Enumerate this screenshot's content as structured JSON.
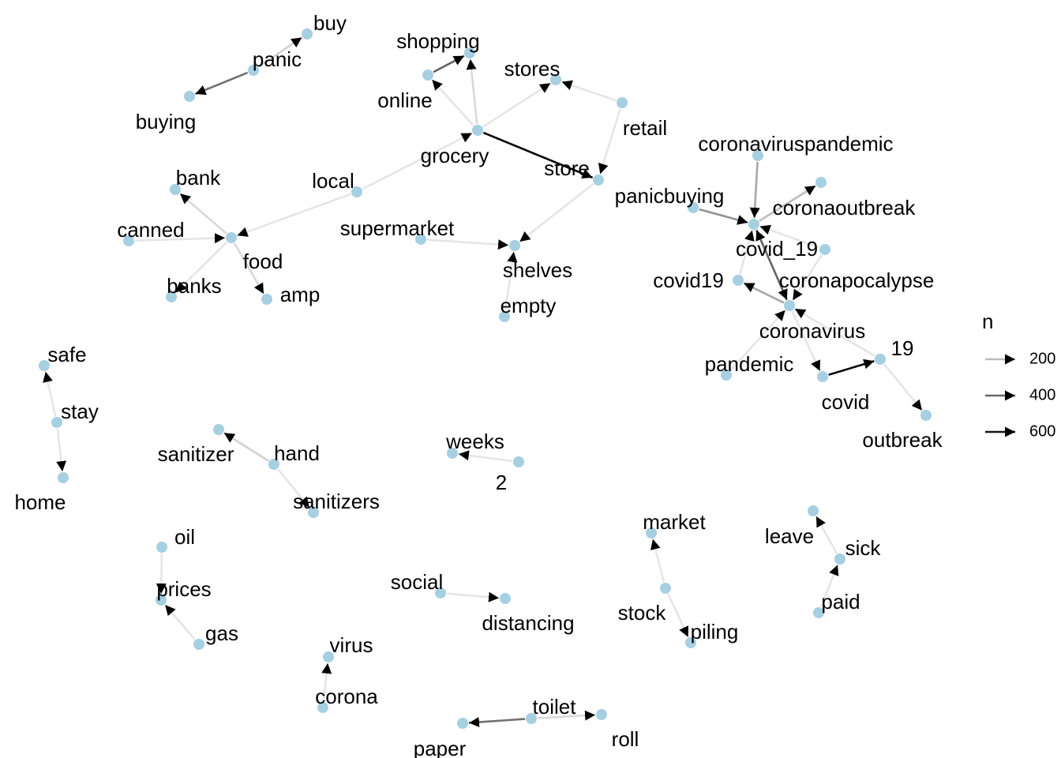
{
  "node_color": "#a6cfe2",
  "edge_color": "#000000",
  "nodes": [
    {
      "id": "buy",
      "label": "buy"
    },
    {
      "id": "panic",
      "label": "panic"
    },
    {
      "id": "buying",
      "label": "buying"
    },
    {
      "id": "shopping",
      "label": "shopping"
    },
    {
      "id": "online",
      "label": "online"
    },
    {
      "id": "stores",
      "label": "stores"
    },
    {
      "id": "retail",
      "label": "retail"
    },
    {
      "id": "grocery",
      "label": "grocery"
    },
    {
      "id": "store",
      "label": "store"
    },
    {
      "id": "local",
      "label": "local"
    },
    {
      "id": "bank",
      "label": "bank"
    },
    {
      "id": "canned",
      "label": "canned"
    },
    {
      "id": "food",
      "label": "food"
    },
    {
      "id": "banks",
      "label": "banks"
    },
    {
      "id": "amp",
      "label": "amp"
    },
    {
      "id": "supermarket",
      "label": "supermarket"
    },
    {
      "id": "shelves",
      "label": "shelves"
    },
    {
      "id": "empty",
      "label": "empty"
    },
    {
      "id": "panicbuying",
      "label": "panicbuying"
    },
    {
      "id": "coronaviruspandemic",
      "label": "coronaviruspandemic"
    },
    {
      "id": "coronaoutbreak",
      "label": "coronaoutbreak"
    },
    {
      "id": "covid_19",
      "label": "covid_19"
    },
    {
      "id": "coronapocalypse",
      "label": "coronapocalypse"
    },
    {
      "id": "covid19",
      "label": "covid19"
    },
    {
      "id": "coronavirus",
      "label": "coronavirus"
    },
    {
      "id": "pandemic",
      "label": "pandemic"
    },
    {
      "id": "covid",
      "label": "covid"
    },
    {
      "id": "19",
      "label": "19"
    },
    {
      "id": "outbreak",
      "label": "outbreak"
    },
    {
      "id": "safe",
      "label": "safe"
    },
    {
      "id": "stay",
      "label": "stay"
    },
    {
      "id": "home",
      "label": "home"
    },
    {
      "id": "sanitizer",
      "label": "sanitizer"
    },
    {
      "id": "hand",
      "label": "hand"
    },
    {
      "id": "sanitizers",
      "label": "sanitizers"
    },
    {
      "id": "weeks",
      "label": "weeks"
    },
    {
      "id": "2",
      "label": "2"
    },
    {
      "id": "market",
      "label": "market"
    },
    {
      "id": "stock",
      "label": "stock"
    },
    {
      "id": "piling",
      "label": "piling"
    },
    {
      "id": "leave",
      "label": "leave"
    },
    {
      "id": "sick",
      "label": "sick"
    },
    {
      "id": "paid",
      "label": "paid"
    },
    {
      "id": "oil",
      "label": "oil"
    },
    {
      "id": "prices",
      "label": "prices"
    },
    {
      "id": "gas",
      "label": "gas"
    },
    {
      "id": "social",
      "label": "social"
    },
    {
      "id": "distancing",
      "label": "distancing"
    },
    {
      "id": "virus",
      "label": "virus"
    },
    {
      "id": "corona",
      "label": "corona"
    },
    {
      "id": "toilet",
      "label": "toilet"
    },
    {
      "id": "paper",
      "label": "paper"
    },
    {
      "id": "roll",
      "label": "roll"
    }
  ],
  "edges": [
    {
      "from": "panic",
      "to": "buy",
      "n": 150
    },
    {
      "from": "panic",
      "to": "buying",
      "n": 380
    },
    {
      "from": "online",
      "to": "shopping",
      "n": 420
    },
    {
      "from": "grocery",
      "to": "shopping",
      "n": 130
    },
    {
      "from": "grocery",
      "to": "online",
      "n": 100
    },
    {
      "from": "grocery",
      "to": "stores",
      "n": 100
    },
    {
      "from": "grocery",
      "to": "store",
      "n": 650
    },
    {
      "from": "local",
      "to": "grocery",
      "n": 100
    },
    {
      "from": "retail",
      "to": "stores",
      "n": 100
    },
    {
      "from": "retail",
      "to": "store",
      "n": 100
    },
    {
      "from": "local",
      "to": "food",
      "n": 100
    },
    {
      "from": "food",
      "to": "bank",
      "n": 130
    },
    {
      "from": "canned",
      "to": "food",
      "n": 100
    },
    {
      "from": "food",
      "to": "banks",
      "n": 100
    },
    {
      "from": "food",
      "to": "amp",
      "n": 130
    },
    {
      "from": "supermarket",
      "to": "shelves",
      "n": 100
    },
    {
      "from": "store",
      "to": "shelves",
      "n": 100
    },
    {
      "from": "empty",
      "to": "shelves",
      "n": 100
    },
    {
      "from": "panicbuying",
      "to": "covid_19",
      "n": 300
    },
    {
      "from": "coronaviruspandemic",
      "to": "covid_19",
      "n": 250
    },
    {
      "from": "covid_19",
      "to": "coronaoutbreak",
      "n": 200
    },
    {
      "from": "coronapocalypse",
      "to": "covid_19",
      "n": 100
    },
    {
      "from": "covid_19",
      "to": "coronavirus",
      "n": 350
    },
    {
      "from": "coronavirus",
      "to": "covid_19",
      "n": 150
    },
    {
      "from": "coronavirus",
      "to": "covid19",
      "n": 250
    },
    {
      "from": "covid19",
      "to": "covid_19",
      "n": 100
    },
    {
      "from": "pandemic",
      "to": "coronavirus",
      "n": 100
    },
    {
      "from": "coronavirus",
      "to": "covid",
      "n": 100
    },
    {
      "from": "covid",
      "to": "19",
      "n": 650
    },
    {
      "from": "19",
      "to": "coronavirus",
      "n": 100
    },
    {
      "from": "19",
      "to": "outbreak",
      "n": 100
    },
    {
      "from": "coronapocalypse",
      "to": "coronavirus",
      "n": 100
    },
    {
      "from": "stay",
      "to": "safe",
      "n": 100
    },
    {
      "from": "stay",
      "to": "home",
      "n": 100
    },
    {
      "from": "hand",
      "to": "sanitizer",
      "n": 150
    },
    {
      "from": "hand",
      "to": "sanitizers",
      "n": 100
    },
    {
      "from": "2",
      "to": "weeks",
      "n": 100
    },
    {
      "from": "stock",
      "to": "market",
      "n": 100
    },
    {
      "from": "stock",
      "to": "piling",
      "n": 100
    },
    {
      "from": "sick",
      "to": "leave",
      "n": 100
    },
    {
      "from": "paid",
      "to": "sick",
      "n": 100
    },
    {
      "from": "oil",
      "to": "prices",
      "n": 100
    },
    {
      "from": "gas",
      "to": "prices",
      "n": 100
    },
    {
      "from": "social",
      "to": "distancing",
      "n": 100
    },
    {
      "from": "corona",
      "to": "virus",
      "n": 100
    },
    {
      "from": "toilet",
      "to": "paper",
      "n": 380
    },
    {
      "from": "toilet",
      "to": "roll",
      "n": 130
    }
  ],
  "legend": {
    "title": "n",
    "entries": [
      {
        "label": "200",
        "n": 200
      },
      {
        "label": "400",
        "n": 400
      },
      {
        "label": "600",
        "n": 600
      }
    ]
  }
}
